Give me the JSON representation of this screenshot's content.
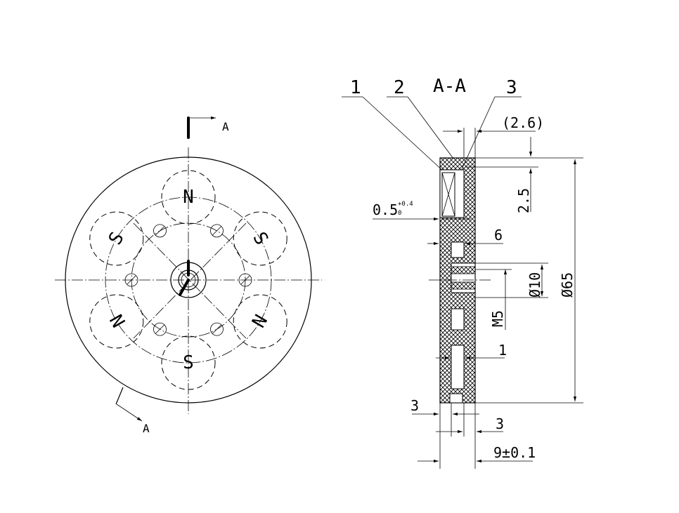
{
  "front_view": {
    "section_marker_top": "A",
    "section_marker_bottom": "A",
    "pole_labels": [
      "N",
      "S",
      "N",
      "S",
      "N",
      "S"
    ]
  },
  "section_view": {
    "title": "A-A",
    "part_callouts": [
      "1",
      "2",
      "3"
    ],
    "dimensions": {
      "top_gap": "(2.6)",
      "magnet_depth": "2.5",
      "gap_base": "0.5",
      "gap_tolerance_upper": "+0.4",
      "gap_tolerance_lower": "0",
      "pocket_width": "6",
      "bore_diameter": "Ø10",
      "outer_diameter": "Ø65",
      "thread": "M5",
      "web_thickness": "1",
      "left_wall": "3",
      "right_wall": "3",
      "total_width": "9±0.1"
    }
  }
}
